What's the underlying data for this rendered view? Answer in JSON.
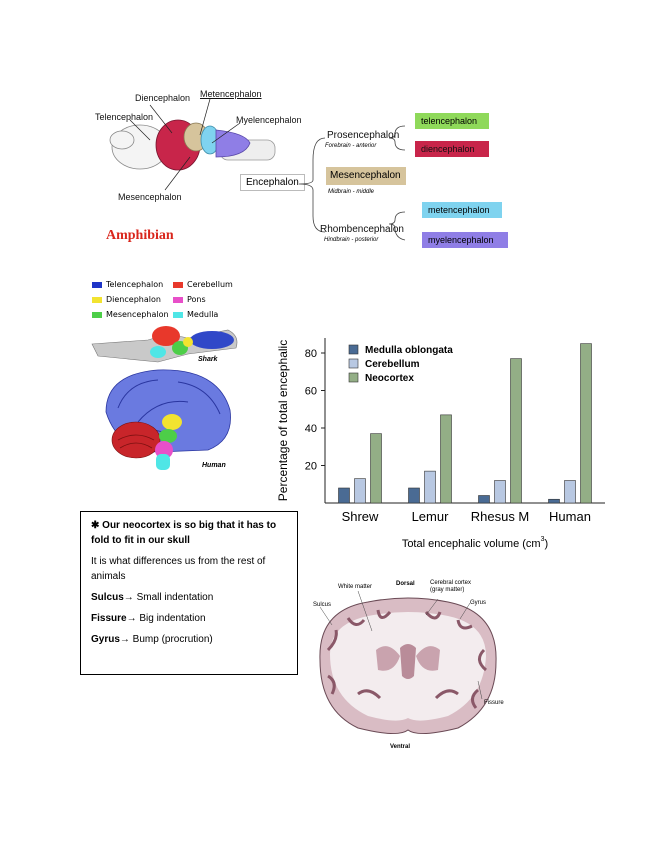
{
  "amphibian": {
    "title": "Amphibian",
    "labels": {
      "diencephalon": "Diencephalon",
      "metencephalon": "Metencephalon",
      "telencephalon": "Telencephalon",
      "myelencephalon": "Myelencephalon",
      "mesencephalon": "Mesencephalon"
    },
    "tree": {
      "root": "Encephalon",
      "prosencephalon": "Prosencephalon",
      "prosencephalon_sub": "Forebrain - anterior",
      "mesencephalon": "Mesencephalon",
      "mesencephalon_sub": "Midbrain - middle",
      "rhombencephalon": "Rhombencephalon",
      "rhombencephalon_sub": "Hindbrain - posterior",
      "telencephalon": "telencephalon",
      "diencephalon": "diencephalon",
      "metencephalon": "metencephalon",
      "myelencephalon": "myelencephalon"
    },
    "colors": {
      "telencephalon": "#8fd95a",
      "diencephalon": "#c8254a",
      "mesencephalon": "#d6c49c",
      "metencephalon": "#7fd3ef",
      "myelencephalon": "#8f7ee6"
    }
  },
  "evolution": {
    "legend": [
      {
        "label": "Telencephalon",
        "color": "#1f35c7"
      },
      {
        "label": "Cerebellum",
        "color": "#e8382b"
      },
      {
        "label": "Diencephalon",
        "color": "#f2e330"
      },
      {
        "label": "Pons",
        "color": "#e84fc9"
      },
      {
        "label": "Mesencephalon",
        "color": "#4dce48"
      },
      {
        "label": "Medulla",
        "color": "#4fe6e6"
      }
    ],
    "shark_label": "Shark",
    "human_label": "Human"
  },
  "chart_data": {
    "type": "bar",
    "categories": [
      "Shrew",
      "Lemur",
      "Rhesus M",
      "Human"
    ],
    "series": [
      {
        "name": "Medulla oblongata",
        "color": "#4a6b94",
        "values": [
          8,
          8,
          4,
          2
        ]
      },
      {
        "name": "Cerebellum",
        "color": "#b8c8e2",
        "values": [
          13,
          17,
          12,
          12
        ]
      },
      {
        "name": "Neocortex",
        "color": "#93ae86",
        "values": [
          37,
          47,
          77,
          85
        ]
      }
    ],
    "ylabel": "Percentage of total encephalic",
    "xlabel": "Total encephalic volume (cm",
    "xlabel_sup": "3",
    "xlabel_end": ")",
    "yticks": [
      20,
      40,
      60,
      80
    ],
    "ylim": [
      0,
      88
    ],
    "legend_position": "top-left"
  },
  "notes": {
    "line1": "Our neocortex is so big that it has to fold to fit in our skull",
    "line2": "It is what differences us from the rest of animals",
    "sulcus_term": "Sulcus",
    "sulcus_def": " Small indentation",
    "fissure_term": "Fissure",
    "fissure_def": " Big indentation",
    "gyrus_term": "Gyrus",
    "gyrus_def": " Bump (procrution)",
    "arrow": "→",
    "bullet": "✱"
  },
  "section": {
    "dorsal": "Dorsal",
    "ventral": "Ventral",
    "white_matter": "White matter",
    "cortex": "Cerebral cortex (gray matter)",
    "gyrus": "Gyrus",
    "sulcus": "Sulcus",
    "fissure": "Fissure"
  }
}
